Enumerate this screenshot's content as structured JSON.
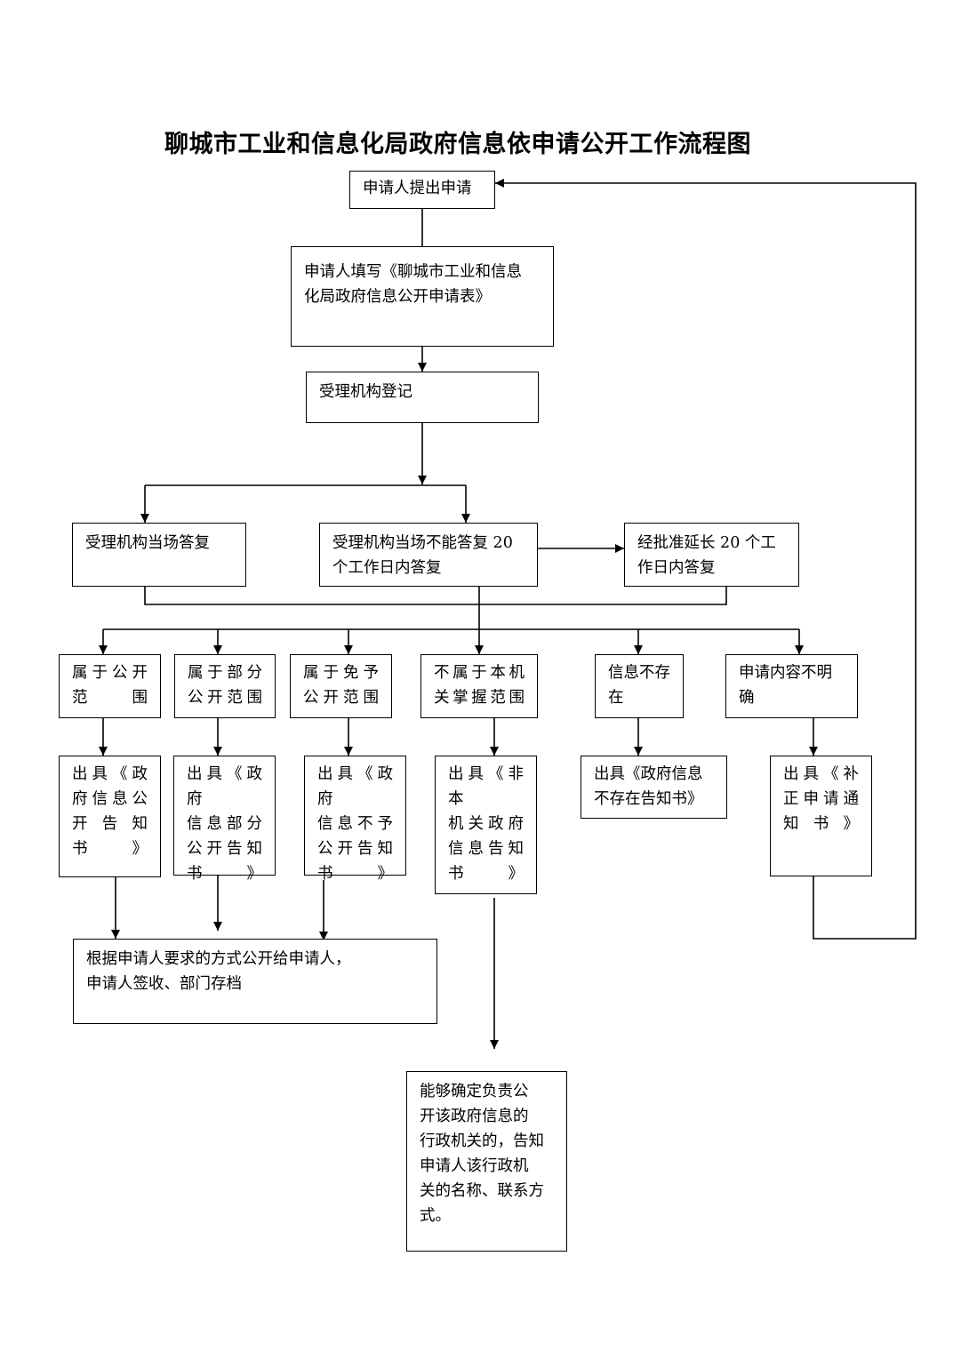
{
  "title": "聊城市工业和信息化局政府信息依申请公开工作流程图",
  "nodes": {
    "apply": "申请人提出申请",
    "fill_form": "申请人填写《聊城市工业和信息\n化局政府信息公开申请表》",
    "register": "受理机构登记",
    "reply_on_spot": "受理机构当场答复",
    "reply_20days": "受理机构当场不能答复 20\n个工作日内答复",
    "extend_20days": "经批准延长 20 个工\n作日内答复",
    "public_scope": "属于公开\n范围",
    "partial_scope": "属于部分\n公开范围",
    "exempt_scope": "属于免予\n公开范围",
    "not_our_scope": "不属于本机\n关掌握范围",
    "not_exist": "信息不存\n在",
    "unclear": "申请内容不明\n确",
    "notice_public": "出具《政\n府信息公\n开告知\n书》",
    "notice_partial": "出具《政府\n信息部分\n公开告知\n书》",
    "notice_exempt": "出具《政府\n信息不予\n公开告知\n书》",
    "notice_other_org": "出具《非本\n机关政府\n信息告知\n书》",
    "notice_not_exist": "出具《政府信息\n不存在告知书》",
    "notice_correction": "出具《补\n正申请通\n知书》",
    "deliver": "根据申请人要求的方式公开给申请人，\n申请人签收、部门存档",
    "inform_org": "能够确定负责公\n开该政府信息的\n行政机关的，告知\n申请人该行政机\n关的名称、联系方\n式。"
  }
}
